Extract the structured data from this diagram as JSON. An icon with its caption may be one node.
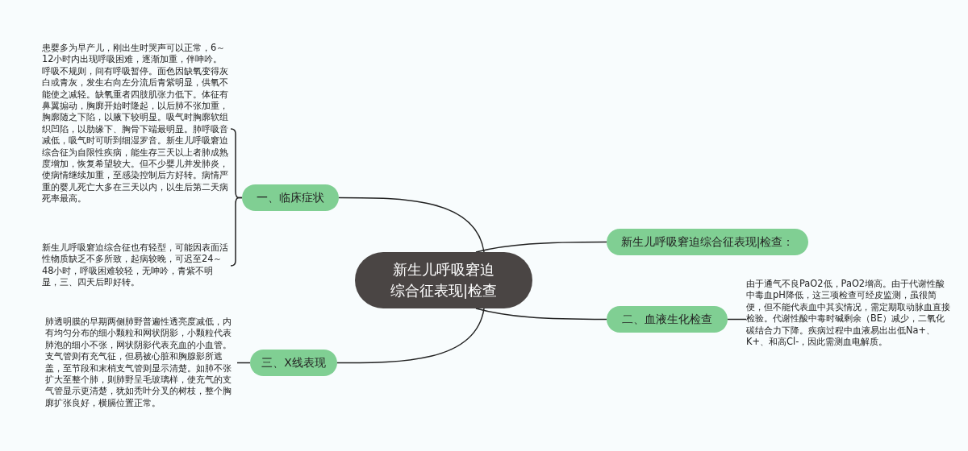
{
  "diagram": {
    "nodes": [
      {
        "text": [
          "新生儿呼吸窘迫综合征表现|检查"
        ]
      },
      {
        "text": [
          "一、临床症状"
        ]
      },
      {
        "text": [
          "患婴多为早产儿，刚出生时哭声可以正常，6～12小时内出现呼吸困难，逐渐加重，伴呻吟。呼吸不规则，间有呼吸暂停。面色因缺氧变得灰白或青灰，发生右向左分流后青紫明显，供氧不能使之减轻。缺氧重者四肢肌张力低下。体征有鼻翼搧动，胸廓开始时隆起，以后肺不张加重，胸廓随之下陷，以腋下较明显。吸气时胸廓软组织凹陷，以肋缘下、胸骨下端最明显。肺呼吸音减低，吸气时可听到细湿罗音。新生儿呼吸窘迫综合征为自限性疾病，能生存三天以上者肺成熟度增加，恢复希望较大。但不少婴儿并发肺炎，使病情继续加重，至感染控制后方好转。病情严重的婴儿死亡大多在三天以内，以生后第二天病死率最高。"
        ]
      },
      {
        "text": [
          "新生儿呼吸窘迫综合征也有轻型，可能因表面活性物质缺乏不多所致，起病较晚，可迟至24～48小时，呼吸困难较轻，无呻吟，青紫不明显，三、四天后即好转。"
        ]
      },
      {
        "text": [
          "新生儿呼吸窘迫综合征表现|检查："
        ]
      },
      {
        "text": [
          "二、血液生化检查"
        ]
      },
      {
        "text": [
          "由于通气不良PaO2低，PaO2增高。由于代谢性酸中毒血pH降低，这三项检查可经皮监测，虽很简便，但不能代表血中其实情况，需定期取动脉血直接检验。代谢性酸中毒时碱剩余（BE）减少，二氧化碳结合力下降。疾病过程中血液易出出低Na+、K+、和高Cl-，因此需测血电解质。"
        ]
      },
      {
        "text": [
          "三、X线表现"
        ]
      },
      {
        "text": [
          "肺透明膜的早期两侧肺野普遍性透亮度减低，内有均匀分布的细小颗粒和网状阴影，小颗粒代表肺泡的细小不张，网状阴影代表充血的小血管。支气管则有充气征，但易被心脏和胸腺影所遮盖，至节段和末梢支气管则显示清楚。如肺不张扩大至整个肺，则肺野呈毛玻璃样，使充气的支气管显示更清楚，犹如秃叶分叉的树枝，整个胸廓扩张良好，横膈位置正常。"
        ]
      }
    ],
    "edges": [
      {
        "from": 0,
        "to": 1,
        "arrow": "none"
      },
      {
        "from": 0,
        "to": 4,
        "arrow": "none"
      },
      {
        "from": 0,
        "to": 5,
        "arrow": "none"
      },
      {
        "from": 0,
        "to": 7,
        "arrow": "none"
      },
      {
        "from": 1,
        "to": 2,
        "arrow": "none"
      },
      {
        "from": 1,
        "to": 3,
        "arrow": "none"
      },
      {
        "from": 5,
        "to": 6,
        "arrow": "none"
      },
      {
        "from": 7,
        "to": 8,
        "arrow": "none"
      }
    ]
  }
}
